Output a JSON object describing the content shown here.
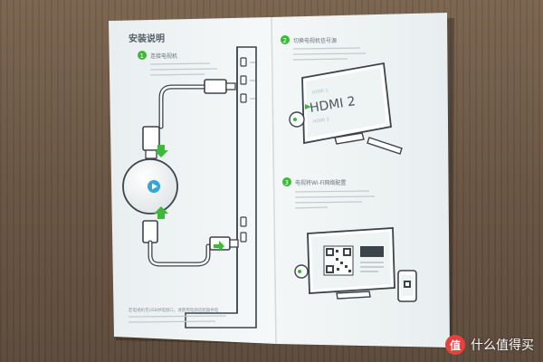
{
  "leaflet": {
    "title": "安装说明",
    "steps": [
      {
        "number": "1",
        "heading": "连接电视机"
      },
      {
        "number": "2",
        "heading": "切换电视机信号源"
      },
      {
        "number": "3",
        "heading": "电视将Wi-Fi网络配置"
      }
    ],
    "tv_inputs": [
      "HDMI 1",
      "HDMI 2",
      "HDMI 3"
    ],
    "footer_note": "若电视机无USB供电接口，请使用电源适配器供电"
  },
  "watermark": {
    "badge": "值",
    "text": "什么值得买"
  },
  "colors": {
    "accent_green": "#3db83a",
    "paper": "#f3f6f6",
    "table": "#6b5744",
    "watermark_red": "#e7413d"
  },
  "icons": [
    "play-icon",
    "qr-code-icon",
    "arrow-up-icon",
    "arrow-down-icon",
    "smartphone-icon"
  ]
}
